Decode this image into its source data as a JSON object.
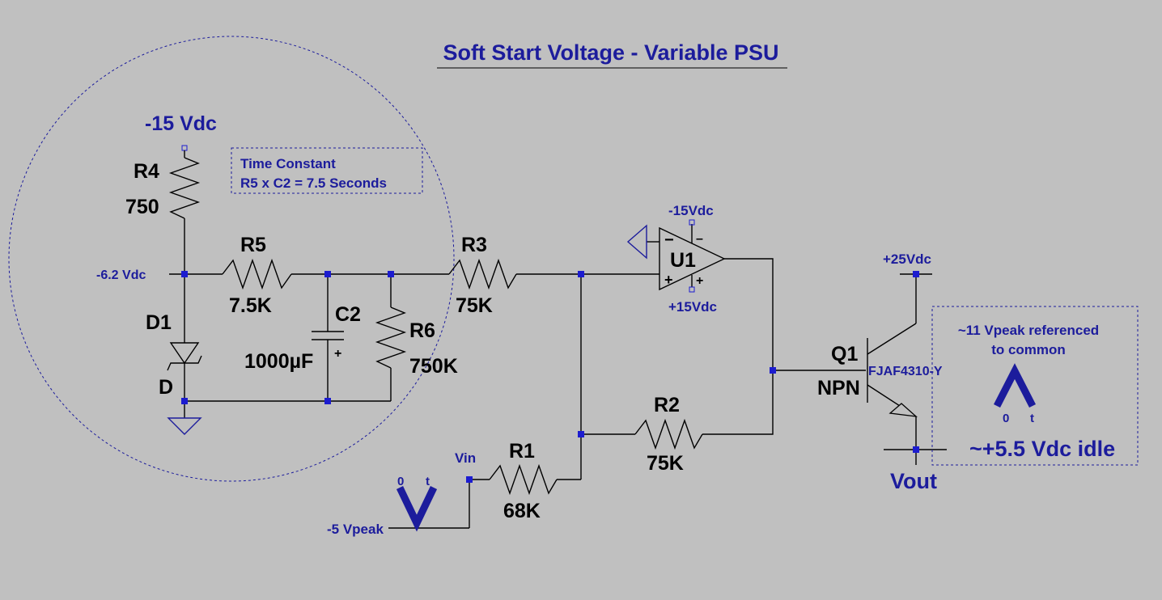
{
  "title": "Soft Start Voltage - Variable PSU",
  "notes": {
    "time_constant_line1": "Time Constant",
    "time_constant_line2": "R5  x C2 = 7.5 Seconds",
    "output_line1": "~11 Vpeak referenced",
    "output_line2": "to common",
    "idle": "~+5.5 Vdc idle"
  },
  "nets": {
    "neg15": "-15 Vdc",
    "node62": "-6.2 Vdc",
    "opamp_neg": "-15Vdc",
    "opamp_pos": "+15Vdc",
    "supply25": "+25Vdc",
    "vin": "Vin",
    "vpeak": "-5 Vpeak",
    "vout": "Vout"
  },
  "components": {
    "r4": {
      "ref": "R4",
      "value": "750"
    },
    "r5": {
      "ref": "R5",
      "value": "7.5K"
    },
    "r3": {
      "ref": "R3",
      "value": "75K"
    },
    "r6": {
      "ref": "R6",
      "value": "750K"
    },
    "c2": {
      "ref": "C2",
      "value": "1000µF",
      "polarity": "+"
    },
    "d1": {
      "ref": "D1",
      "value": "D"
    },
    "u1": {
      "ref": "U1",
      "pin_minus": "−",
      "pin_plus": "+"
    },
    "r2": {
      "ref": "R2",
      "value": "75K"
    },
    "r1": {
      "ref": "R1",
      "value": "68K"
    },
    "q1": {
      "ref": "Q1",
      "part": "FJAF4310-Y",
      "type": "NPN"
    }
  },
  "waveforms": {
    "input": {
      "origin": "0",
      "axis": "t"
    },
    "output": {
      "origin": "0",
      "axis": "t"
    }
  },
  "colors": {
    "background": "#c0c0c0",
    "label": "#1c1c9c",
    "node": "#1c1ccf",
    "wire": "#000000"
  }
}
